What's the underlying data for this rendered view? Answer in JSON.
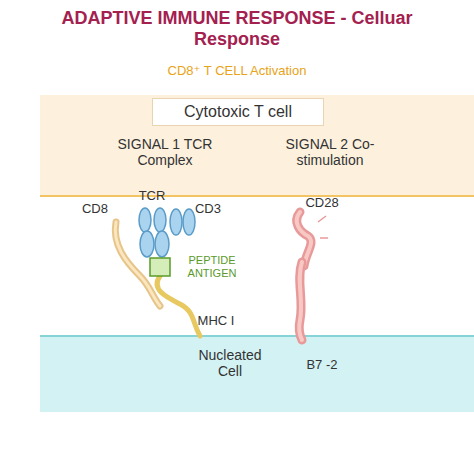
{
  "diagram": {
    "title": "ADAPTIVE IMMUNE RESPONSE - Celluar Response",
    "nodes": [
      {
        "text": [
          "Cytotoxic T cell",
          "SIGNAL 1 TCR Complex",
          "SIGNAL 2 Co-stimulation"
        ]
      },
      {
        "text": [
          "Nucleated Cell"
        ]
      }
    ],
    "labels": [
      "CD8⁺ T CELL Activation",
      "CD8",
      "TCR",
      "CD3",
      "PEPTIDE ANTIGEN",
      "MHC I",
      "CD28",
      "B7 -2"
    ]
  }
}
